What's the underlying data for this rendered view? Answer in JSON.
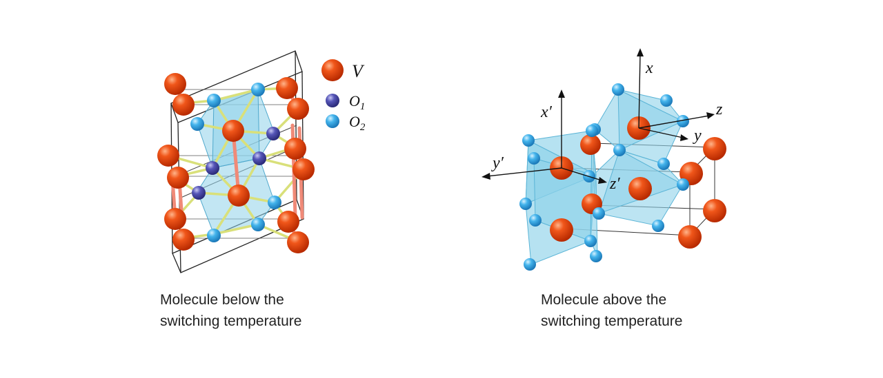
{
  "legend": {
    "v": "V",
    "o1": "O",
    "o1_sub": "1",
    "o2": "O",
    "o2_sub": "2"
  },
  "axes_high": {
    "x": "x",
    "y": "y",
    "z": "z",
    "x_prime": "x′",
    "y_prime": "y′",
    "z_prime": "z′"
  },
  "captions": {
    "left_line1": "Molecule below the",
    "left_line2": "switching temperature",
    "right_line1": "Molecule above the",
    "right_line2": "switching temperature"
  },
  "colors": {
    "vanadium": "#e8430a",
    "oxygen_1": "#4a4aa8",
    "oxygen_2": "#3aa6e0",
    "octahedron": "#8fd2ea",
    "bond": "#d9e07a"
  }
}
